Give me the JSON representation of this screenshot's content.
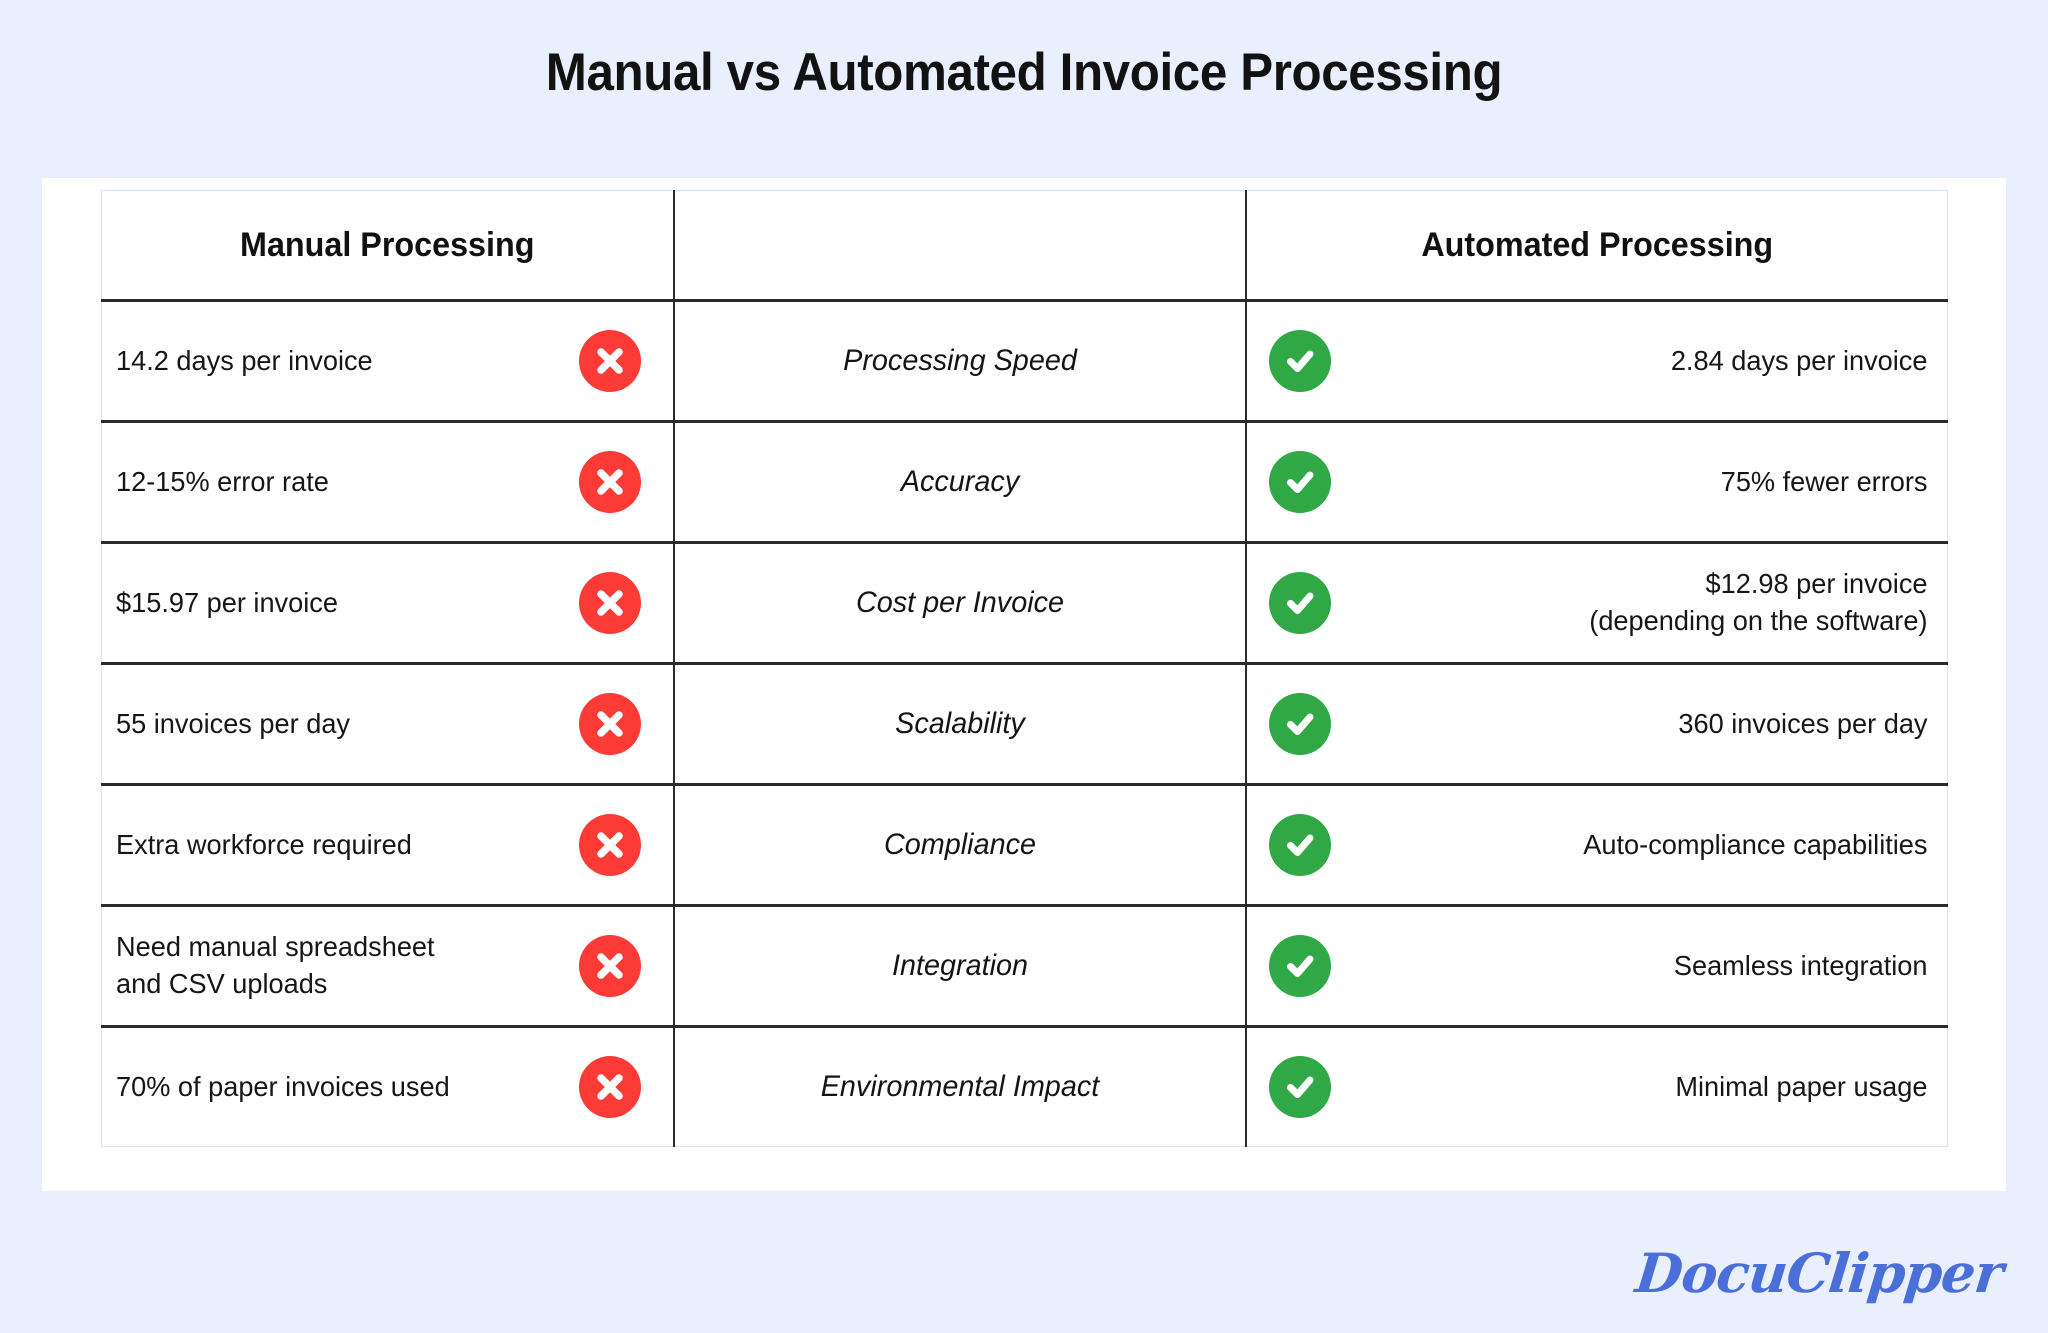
{
  "page": {
    "title": "Manual vs Automated Invoice Processing",
    "background_color": "#e9effc",
    "card_color": "#ffffff"
  },
  "brand": {
    "name": "DocuClipper",
    "color": "#4a6fd8"
  },
  "colors": {
    "negative": "#fc3b37",
    "positive": "#2fa845",
    "rule": "#2b2b2b"
  },
  "table": {
    "headers": {
      "manual": "Manual Processing",
      "metric": "",
      "automated": "Automated Processing"
    },
    "icons": {
      "negative": "x-circle-icon",
      "positive": "check-circle-icon"
    },
    "rows": [
      {
        "metric": "Processing Speed",
        "manual": "14.2 days per invoice",
        "automated": "2.84 days per invoice"
      },
      {
        "metric": "Accuracy",
        "manual": "12-15% error rate",
        "automated": "75% fewer errors"
      },
      {
        "metric": "Cost per Invoice",
        "manual": "$15.97 per invoice",
        "automated": "$12.98 per invoice\n(depending on the software)"
      },
      {
        "metric": "Scalability",
        "manual": "55 invoices per day",
        "automated": "360 invoices per day"
      },
      {
        "metric": "Compliance",
        "manual": "Extra workforce required",
        "automated": "Auto-compliance capabilities"
      },
      {
        "metric": "Integration",
        "manual": "Need manual spreadsheet\nand CSV uploads",
        "automated": "Seamless integration"
      },
      {
        "metric": "Environmental Impact",
        "manual": "70% of paper invoices used",
        "automated": "Minimal paper usage"
      }
    ]
  }
}
